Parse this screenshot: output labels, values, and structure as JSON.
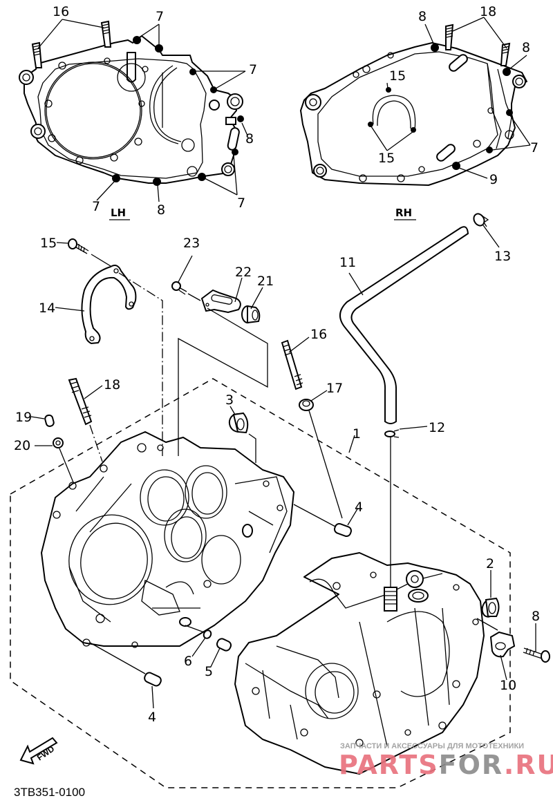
{
  "diagram": {
    "title_code": "3TB351-0100",
    "subject": "Crankcase exploded parts diagram",
    "side_labels": {
      "left": "LH",
      "right": "RH"
    },
    "direction_arrow": "FWD",
    "callouts": {
      "c1": "1",
      "c2": "2",
      "c3": "3",
      "c4a": "4",
      "c4b": "4",
      "c5": "5",
      "c6": "6",
      "c7a": "7",
      "c7b": "7",
      "c7c": "7",
      "c7d": "7",
      "c7e": "7",
      "c8a": "8",
      "c8b": "8",
      "c8c": "8",
      "c8d": "8",
      "c8e": "8",
      "c9": "9",
      "c10": "10",
      "c11": "11",
      "c12": "12",
      "c13": "13",
      "c14": "14",
      "c15a": "15",
      "c15b": "15",
      "c15c": "15",
      "c16a": "16",
      "c16b": "16",
      "c17": "17",
      "c18a": "18",
      "c18b": "18",
      "c19": "19",
      "c20": "20",
      "c21": "21",
      "c22": "22",
      "c23": "23"
    }
  },
  "watermark": {
    "tagline": "ЗАПЧАСТИ И АКСЕССУАРЫ ДЛЯ МОТОТЕХНИКИ",
    "brand_part1": "PARTS",
    "brand_part2": "FOR",
    "brand_part3": ".RU",
    "colors": {
      "red": "#e8707c",
      "gray": "#8a8a8a"
    }
  }
}
